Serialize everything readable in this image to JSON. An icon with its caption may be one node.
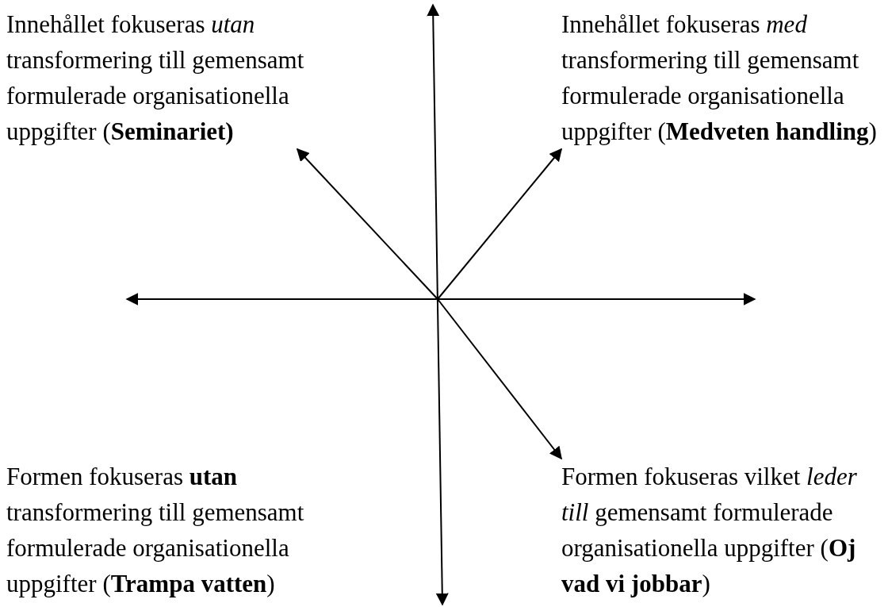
{
  "diagram": {
    "nodes": [
      {
        "text": [
          "Innehållet fokuseras *utan* transformering till gemensamt formulerade organisationella uppgifter (**Seminariet)**"
        ]
      },
      {
        "text": [
          "Innehållet fokuseras *med* transformering till gemensamt formulerade organisationella uppgifter (**Medveten handling**)"
        ]
      },
      {
        "text": [
          "Formen fokuseras **utan** transformering till gemensamt formulerade organisationella uppgifter (**Trampa vatten**)"
        ]
      },
      {
        "text": [
          "Formen fokuseras vilket *leder till* gemensamt formulerade organisationella uppgifter (**Oj vad vi jobbar**)"
        ]
      }
    ],
    "edges": [
      {
        "from": null,
        "to": 0,
        "arrow": "to"
      },
      {
        "from": null,
        "to": 1,
        "arrow": "to"
      },
      {
        "from": null,
        "to": 3,
        "arrow": "to"
      }
    ]
  }
}
